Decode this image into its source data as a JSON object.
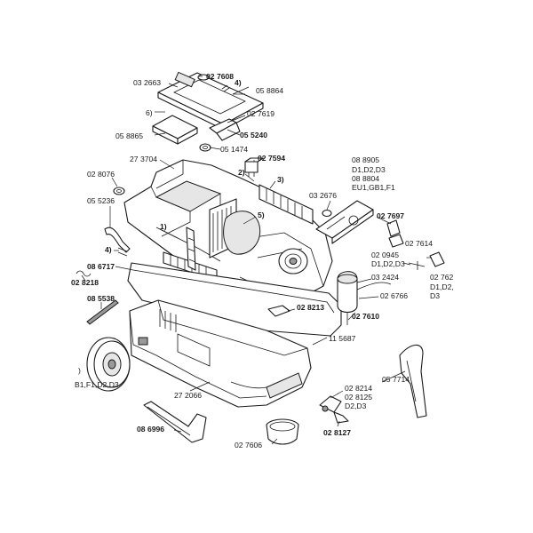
{
  "labels": {
    "l_032663": "03 2663",
    "l_027608": "02 7608",
    "l_4a": "4)",
    "l_058864": "05 8864",
    "l_6": "6)",
    "l_027619": "02 7619",
    "l_058865": "05 8865",
    "l_055240": "05 5240",
    "l_051474": "05 1474",
    "l_027594": "02 7594",
    "l_273704": "27 3704",
    "l_2": "2)",
    "l_3": "3)",
    "l_028076": "02 8076",
    "l_055236": "05 5236",
    "l_5": "5)",
    "l_1": "1)",
    "l_4b": "4)",
    "l_086717": "08 6717",
    "l_028218": "02 8218",
    "l_085538": "08 5538",
    "l_088905": "08 8905",
    "l_d1d2d3a": "D1,D2,D3",
    "l_088804": "08 8804",
    "l_eu1gb1f1": "EU1,GB1,F1",
    "l_032676": "03 2676",
    "l_027697": "02 7697",
    "l_027614": "02 7614",
    "l_020945": "02 0945",
    "l_d1d2d3b": "D1,D2,D3",
    "l_032424": "03 2424",
    "l_02762": "02 762",
    "l_d1d2": "D1,D2,",
    "l_d3": "D3",
    "l_026766": "02 6766",
    "l_028213": "02 8213",
    "l_027610": "02 7610",
    "l_115687": "11 5687",
    "l_paren": ")",
    "l_b1f1": "B1,F1,D2,D3",
    "l_057714": "05 7714",
    "l_272066": "27 2066",
    "l_028214": "02 8214",
    "l_028125": "02 8125",
    "l_d2d3": "D2,D3",
    "l_086996": "08 6996",
    "l_027606": "02 7606",
    "l_028127": "02 8127"
  }
}
